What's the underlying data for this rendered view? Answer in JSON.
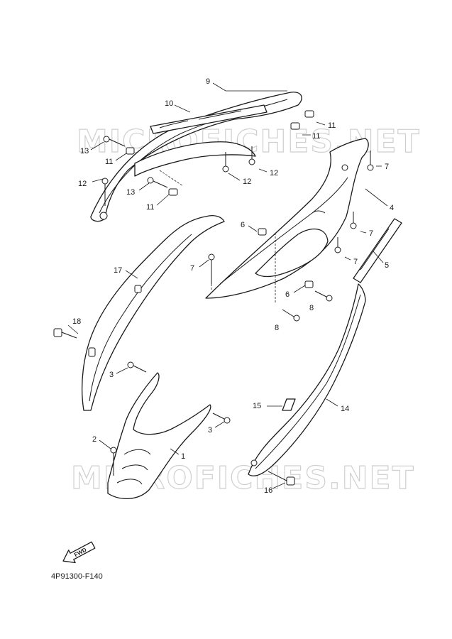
{
  "watermark": "MICROFICHES.NET",
  "diagram_code": "4P91300-F140",
  "fwd_label": "FWD",
  "callouts": {
    "c1": "1",
    "c2": "2",
    "c3a": "3",
    "c3b": "3",
    "c4": "4",
    "c5": "5",
    "c6a": "6",
    "c6b": "6",
    "c7a": "7",
    "c7b": "7",
    "c7c": "7",
    "c7d": "7",
    "c8a": "8",
    "c8b": "8",
    "c9": "9",
    "c10": "10",
    "c11a": "11",
    "c11b": "11",
    "c11c": "11",
    "c11d": "11",
    "c12a": "12",
    "c12b": "12",
    "c12c": "12",
    "c13a": "13",
    "c13b": "13",
    "c14": "14",
    "c15": "15",
    "c16": "16",
    "c17": "17",
    "c18": "18"
  }
}
